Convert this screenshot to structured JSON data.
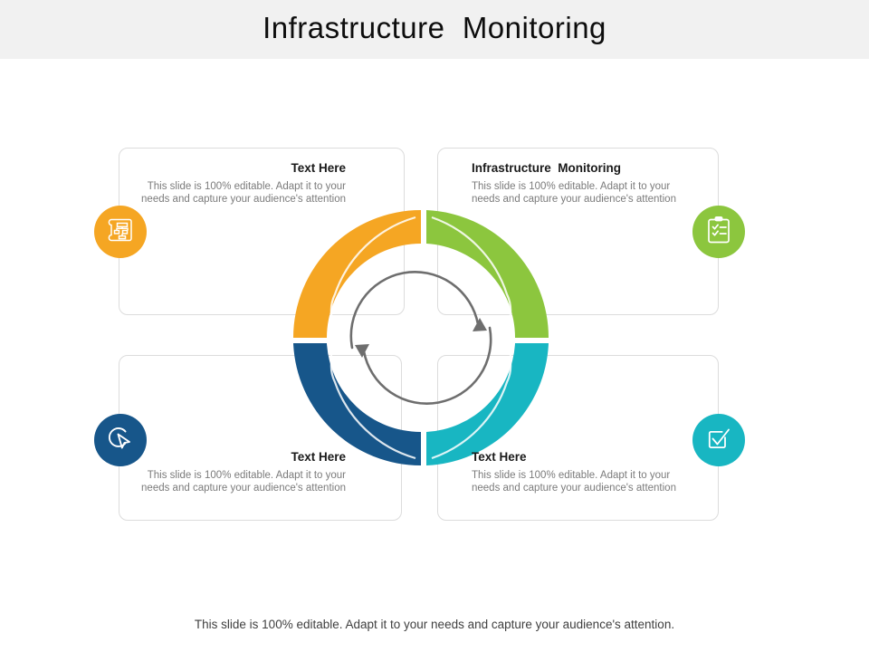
{
  "slide": {
    "title": "Infrastructure  Monitoring",
    "footer_note": "This slide is 100% editable. Adapt it to your needs and capture your audience's attention."
  },
  "colors": {
    "orange": "#f5a623",
    "green": "#8cc63e",
    "blue": "#17568a",
    "teal": "#18b6c2",
    "header_band": "#f1f1f1",
    "card_border": "#dcdcdc",
    "body_text": "#7b7b7b",
    "heading_text": "#1a1a1a",
    "center_arrow": "#6e6e6e"
  },
  "quadrants": [
    {
      "id": "top-left",
      "heading": "Text Here",
      "body": "This slide is 100% editable. Adapt it to your needs and capture your audience's attention",
      "align": "right",
      "color": "#f5a623",
      "icon": "blueprint-network-icon"
    },
    {
      "id": "top-right",
      "heading": "Infrastructure  Monitoring",
      "body": "This slide is 100% editable. Adapt it to your needs and capture your audience's attention",
      "align": "left",
      "color": "#8cc63e",
      "icon": "clipboard-checklist-icon"
    },
    {
      "id": "bottom-left",
      "heading": "Text Here",
      "body": "This slide is 100% editable. Adapt it to your needs and capture your audience's attention",
      "align": "right",
      "color": "#17568a",
      "icon": "cursor-click-icon"
    },
    {
      "id": "bottom-right",
      "heading": "Text Here",
      "body": "This slide is 100% editable. Adapt it to your needs and capture your audience's attention",
      "align": "left",
      "color": "#18b6c2",
      "icon": "checkbox-check-icon"
    }
  ],
  "center_graphic": {
    "name": "cycle-refresh-arrows",
    "segments": 4
  }
}
